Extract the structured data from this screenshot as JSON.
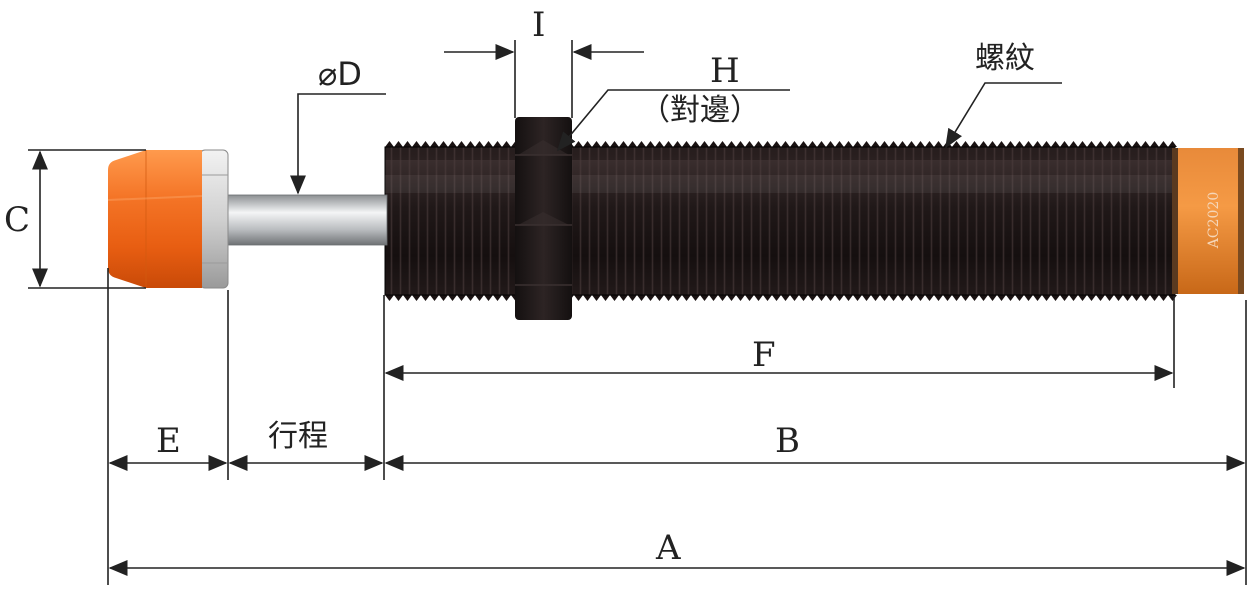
{
  "labels": {
    "A": "A",
    "B": "B",
    "C": "C",
    "D": "⌀D",
    "E": "E",
    "F": "F",
    "H": "H",
    "H_sub": "（對邊）",
    "I": "I",
    "stroke": "行程",
    "thread": "螺紋"
  },
  "model_text": "AC2020",
  "colors": {
    "cap": "#f26b21",
    "body": "#1c1414",
    "line": "#222222",
    "rod": "#c8cacc"
  }
}
